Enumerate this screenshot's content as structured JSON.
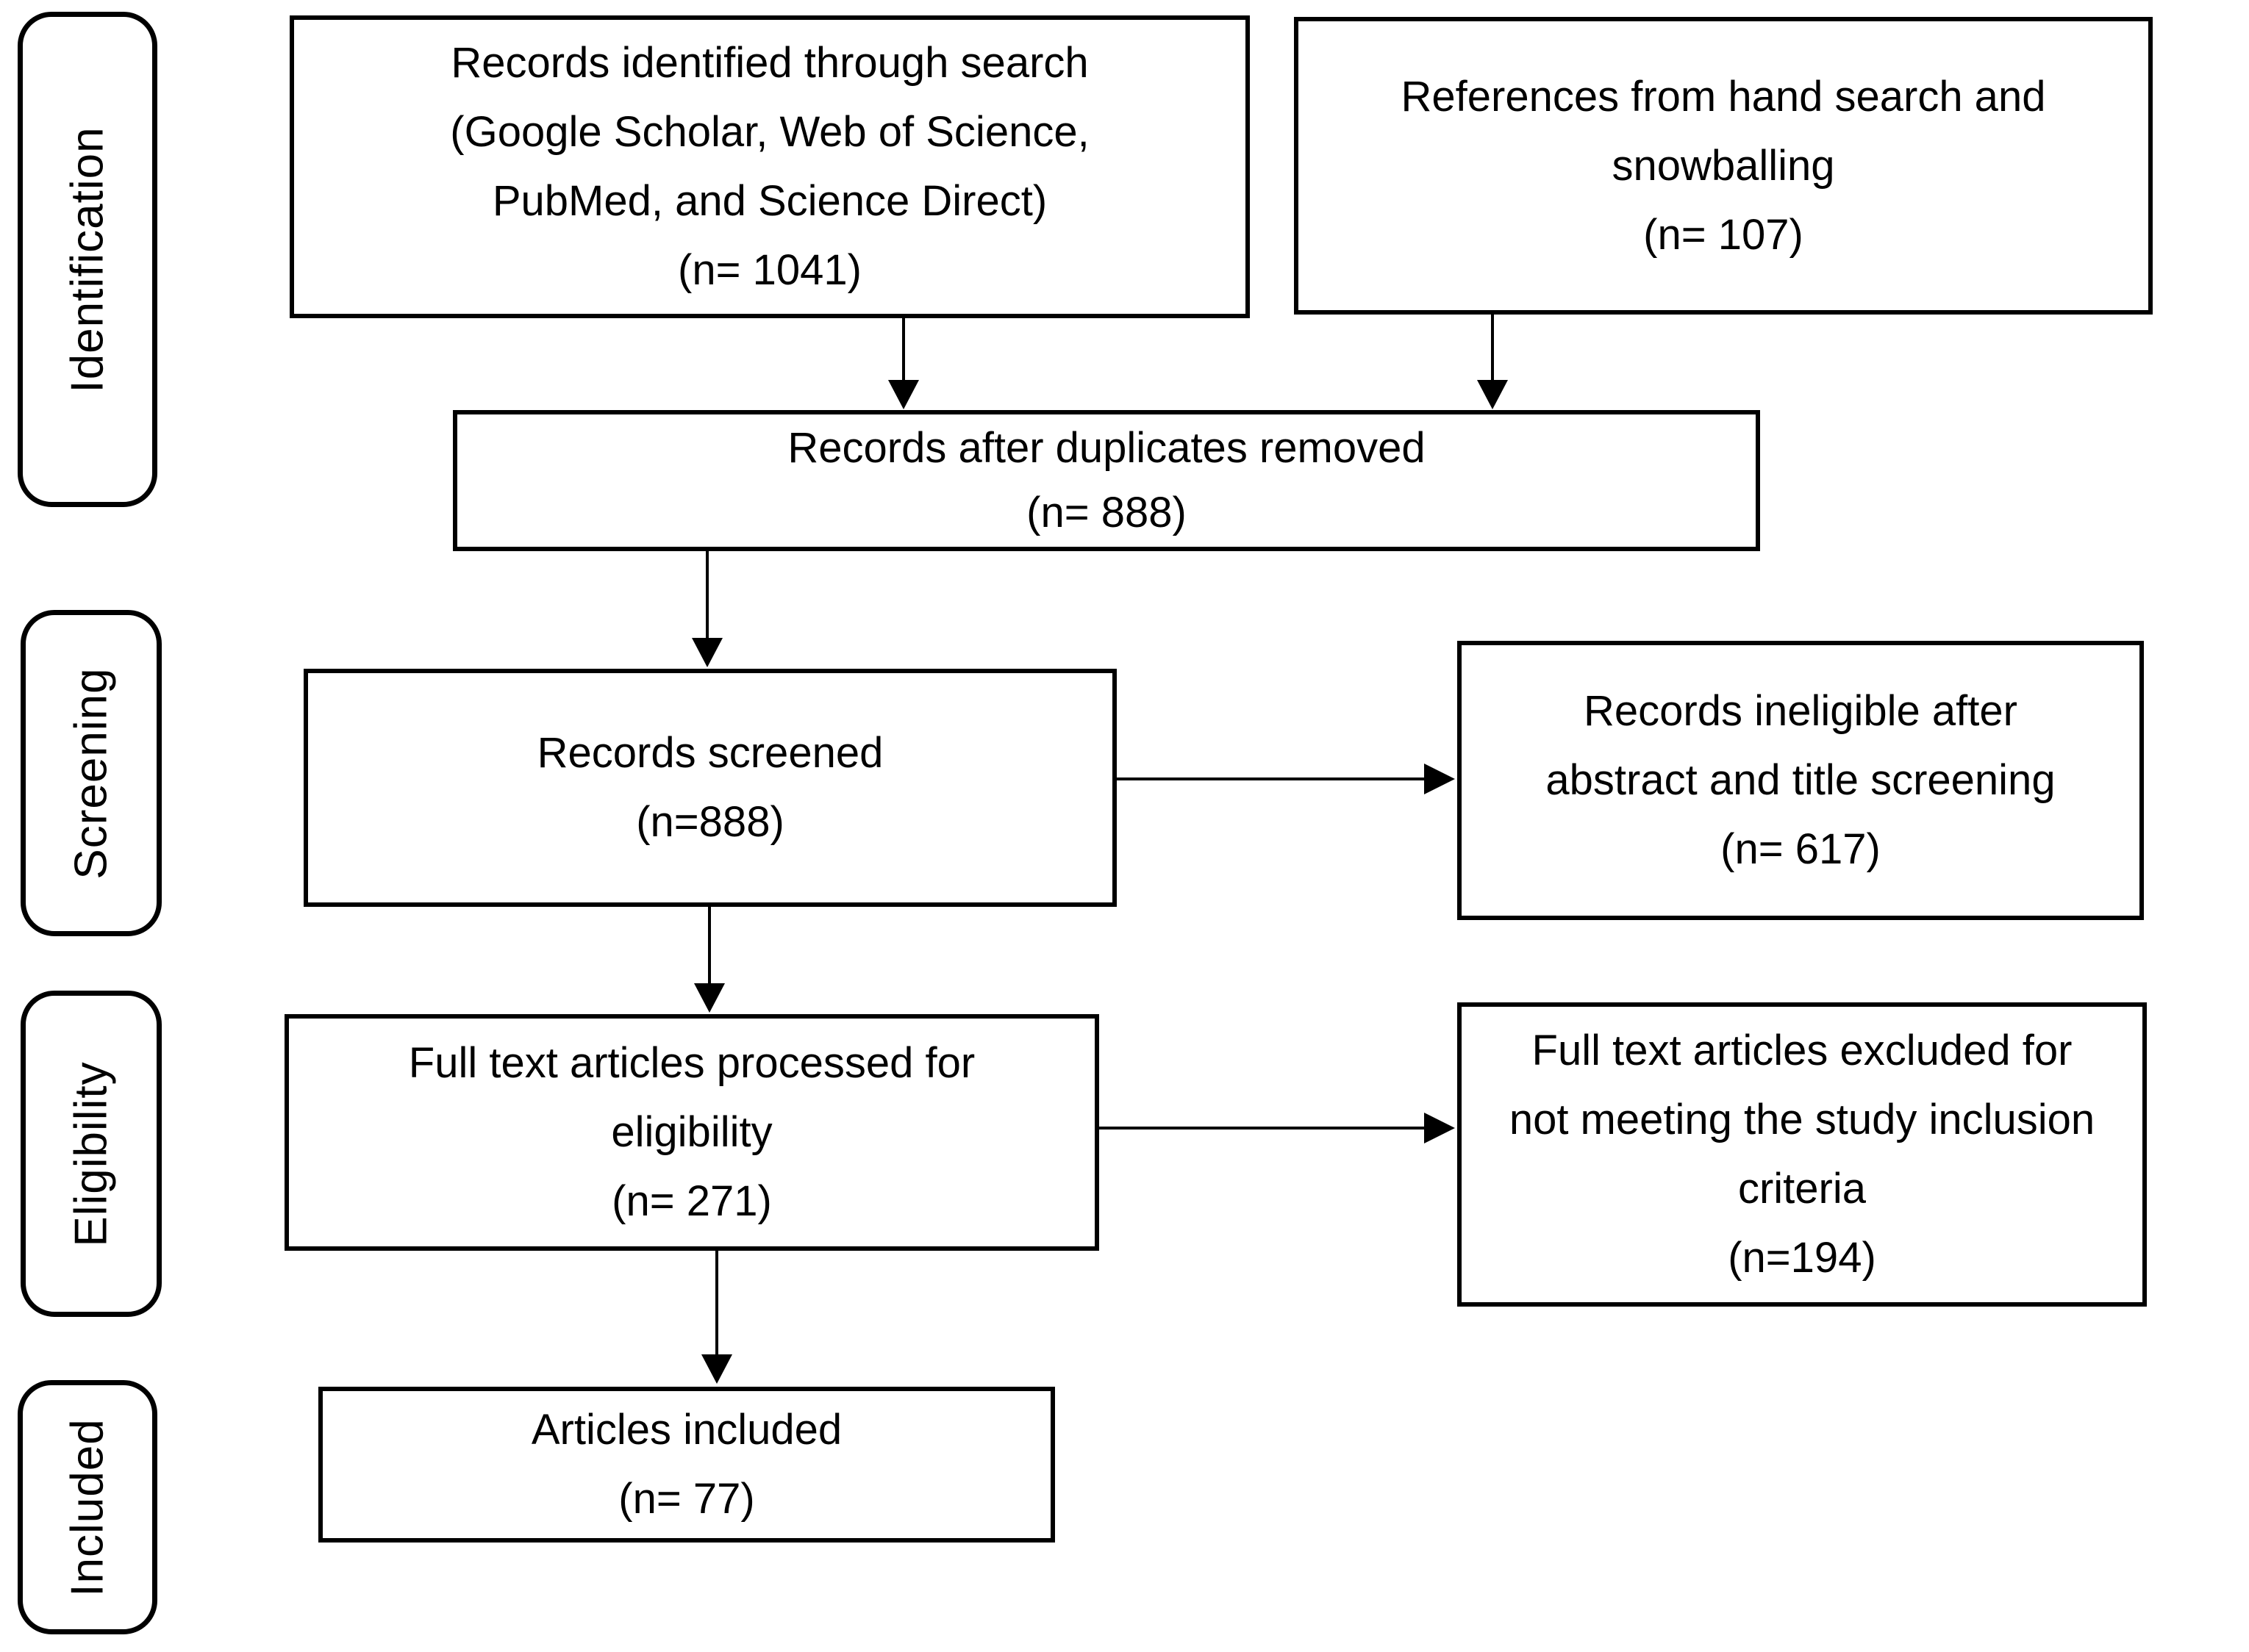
{
  "diagram": {
    "title_semantic": "PRISMA literature selection flow diagram",
    "colors": {
      "border": "#000000",
      "background": "#ffffff",
      "text": "#000000"
    },
    "stages": [
      {
        "label": "Identification"
      },
      {
        "label": "Screening"
      },
      {
        "label": "Eligibility"
      },
      {
        "label": "Included"
      }
    ],
    "boxes": {
      "records_identified": {
        "n": 1041,
        "lines": [
          "Records identified through search",
          "(Google Scholar, Web of Science,",
          "PubMed, and Science Direct)",
          "(n= 1041)"
        ]
      },
      "references_hand_search": {
        "n": 107,
        "lines": [
          "References from hand search and",
          "snowballing",
          "(n= 107)"
        ]
      },
      "duplicates_removed": {
        "n": 888,
        "lines": [
          "Records after duplicates removed",
          "(n= 888)"
        ]
      },
      "records_screened": {
        "n": 888,
        "lines": [
          "Records screened",
          "(n=888)"
        ]
      },
      "records_ineligible": {
        "n": 617,
        "lines": [
          "Records ineligible after",
          "abstract and title screening",
          "(n= 617)"
        ]
      },
      "full_text_processed": {
        "n": 271,
        "lines": [
          "Full text articles processed for",
          "eligibility",
          "(n= 271)"
        ]
      },
      "full_text_excluded": {
        "n": 194,
        "lines": [
          "Full text articles excluded for",
          "not meeting the study inclusion",
          "criteria",
          "(n=194)"
        ]
      },
      "articles_included": {
        "n": 77,
        "lines": [
          "Articles included",
          "(n= 77)"
        ]
      }
    }
  }
}
